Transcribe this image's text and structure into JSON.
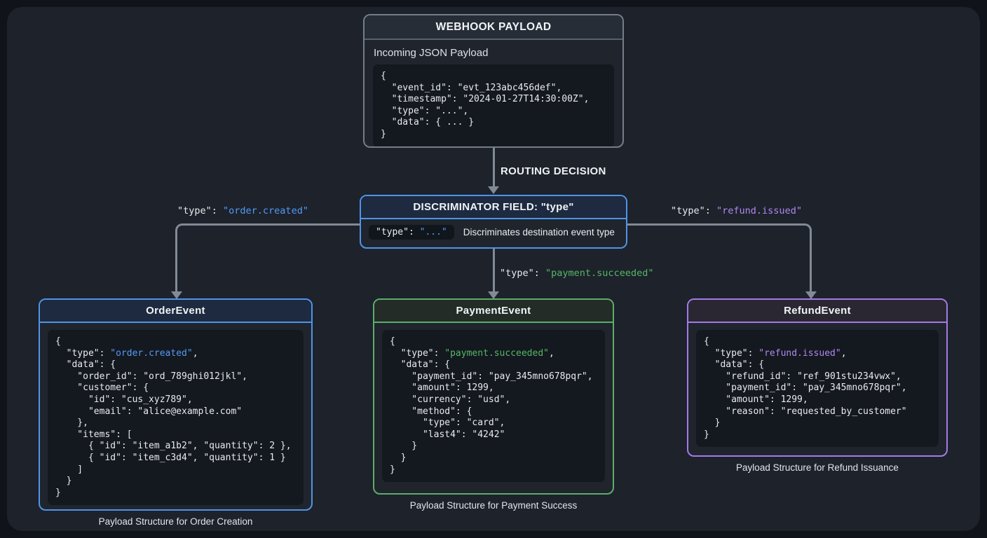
{
  "colors": {
    "background": "#10131a",
    "panel": "#1d222b",
    "code_background": "#14181f",
    "connector_gray": "#818a95",
    "accent_blue": "#539bf5",
    "accent_green": "#55b865",
    "accent_purple": "#b088f0",
    "border_gray": "#747d89",
    "border_blue": "#4f94e8",
    "border_green": "#5cae68",
    "border_purple": "#a47ae8"
  },
  "webhook": {
    "title": "WEBHOOK PAYLOAD",
    "subtitle": "Incoming JSON Payload",
    "code": [
      [
        {
          "t": "{"
        }
      ],
      [
        {
          "t": "  \"event_id\": \"evt_123abc456def\","
        }
      ],
      [
        {
          "t": "  \"timestamp\": \"2024-01-27T14:30:00Z\","
        }
      ],
      [
        {
          "t": "  \"type\": \"...\","
        }
      ],
      [
        {
          "t": "  \"data\": { ... }"
        }
      ],
      [
        {
          "t": "}"
        }
      ]
    ]
  },
  "routing_label": "ROUTING DECISION",
  "discriminator": {
    "title": "DISCRIMINATOR FIELD: \"type\"",
    "chip": [
      {
        "t": "\"type\": "
      },
      {
        "t": "\"...\"",
        "c": "blue"
      }
    ],
    "description": "Discriminates destination event type"
  },
  "branch_labels": {
    "order": [
      {
        "t": "\"type\": "
      },
      {
        "t": "\"order.created\"",
        "c": "blue"
      }
    ],
    "payment": [
      {
        "t": "\"type\": "
      },
      {
        "t": "\"payment.succeeded\"",
        "c": "green"
      }
    ],
    "refund": [
      {
        "t": "\"type\": "
      },
      {
        "t": "\"refund.issued\"",
        "c": "purple"
      }
    ]
  },
  "events": {
    "order": {
      "title": "OrderEvent",
      "caption": "Payload Structure for Order Creation",
      "code": [
        [
          {
            "t": "{"
          }
        ],
        [
          {
            "t": "  \"type\": "
          },
          {
            "t": "\"order.created\"",
            "c": "blue"
          },
          {
            "t": ","
          }
        ],
        [
          {
            "t": "  \"data\": {"
          }
        ],
        [
          {
            "t": "    \"order_id\": \"ord_789ghi012jkl\","
          }
        ],
        [
          {
            "t": "    \"customer\": {"
          }
        ],
        [
          {
            "t": "      \"id\": \"cus_xyz789\","
          }
        ],
        [
          {
            "t": "      \"email\": \"alice@example.com\""
          }
        ],
        [
          {
            "t": "    },"
          }
        ],
        [
          {
            "t": "    \"items\": ["
          }
        ],
        [
          {
            "t": "      { \"id\": \"item_a1b2\", \"quantity\": 2 },"
          }
        ],
        [
          {
            "t": "      { \"id\": \"item_c3d4\", \"quantity\": 1 }"
          }
        ],
        [
          {
            "t": "    ]"
          }
        ],
        [
          {
            "t": "  }"
          }
        ],
        [
          {
            "t": "}"
          }
        ]
      ]
    },
    "payment": {
      "title": "PaymentEvent",
      "caption": "Payload Structure for Payment Success",
      "code": [
        [
          {
            "t": "{"
          }
        ],
        [
          {
            "t": "  \"type\": "
          },
          {
            "t": "\"payment.succeeded\"",
            "c": "green"
          },
          {
            "t": ","
          }
        ],
        [
          {
            "t": "  \"data\": {"
          }
        ],
        [
          {
            "t": "    \"payment_id\": \"pay_345mno678pqr\","
          }
        ],
        [
          {
            "t": "    \"amount\": 1299,"
          }
        ],
        [
          {
            "t": "    \"currency\": \"usd\","
          }
        ],
        [
          {
            "t": "    \"method\": {"
          }
        ],
        [
          {
            "t": "      \"type\": \"card\","
          }
        ],
        [
          {
            "t": "      \"last4\": \"4242\""
          }
        ],
        [
          {
            "t": "    }"
          }
        ],
        [
          {
            "t": "  }"
          }
        ],
        [
          {
            "t": "}"
          }
        ]
      ]
    },
    "refund": {
      "title": "RefundEvent",
      "caption": "Payload Structure for Refund Issuance",
      "code": [
        [
          {
            "t": "{"
          }
        ],
        [
          {
            "t": "  \"type\": "
          },
          {
            "t": "\"refund.issued\"",
            "c": "purple"
          },
          {
            "t": ","
          }
        ],
        [
          {
            "t": "  \"data\": {"
          }
        ],
        [
          {
            "t": "    \"refund_id\": \"ref_901stu234vwx\","
          }
        ],
        [
          {
            "t": "    \"payment_id\": \"pay_345mno678pqr\","
          }
        ],
        [
          {
            "t": "    \"amount\": 1299,"
          }
        ],
        [
          {
            "t": "    \"reason\": \"requested_by_customer\""
          }
        ],
        [
          {
            "t": "  }"
          }
        ],
        [
          {
            "t": "}"
          }
        ]
      ]
    }
  }
}
